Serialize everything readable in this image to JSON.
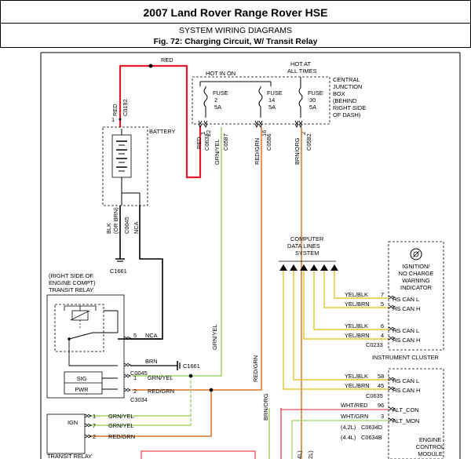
{
  "header": {
    "title": "2007 Land Rover Range Rover HSE",
    "section": "SYSTEM WIRING DIAGRAMS",
    "figure": "Fig. 72: Charging Circuit, W/ Transit Relay"
  },
  "wire_colors": {
    "RED": "#e8192c",
    "BLK": "#000000",
    "GRN/YEL": "#9fd36a",
    "RED/GRN": "#d9752c",
    "BRN/ORG": "#d9752c",
    "YEL/BLK": "#e6c733",
    "YEL/BRN": "#e6c733",
    "BRN": "#000000",
    "WHT": "#e05560"
  },
  "labels": {
    "red_top": "RED",
    "red_left": "RED",
    "red_c0192": "C0192",
    "battery": "BATTERY",
    "pin1": "1",
    "blk_or_brn": "BLK",
    "or_brn": "(OR BRN)",
    "c0045_top": "C0045",
    "nca_v": "NCA",
    "c1661_bottom": "C1661",
    "hot_in_on": "HOT IN ON",
    "hot_at": "HOT AT",
    "all_times": "ALL TIMES",
    "fuse_2": [
      "FUSE",
      "2",
      "5A"
    ],
    "fuse_14": [
      "FUSE",
      "14",
      "5A"
    ],
    "fuse_30": [
      "FUSE",
      "30",
      "5A"
    ],
    "cjb": [
      "CENTRAL",
      "JUNCTION",
      "BOX",
      "(BEHIND",
      "RIGHT SIDE",
      "OF DASH)"
    ],
    "pin_1": "1",
    "pin_22": "22",
    "pin_16": "16",
    "pin_2": "2",
    "v_red": "RED",
    "v_c0632": "C0632",
    "v_grn_yel": "GRN/YEL",
    "v_c0587": "C0587",
    "v_red_grn": "RED/GRN",
    "v_c0586": "C0586",
    "v_brn_org": "BRN/ORG",
    "v_c0582": "C0582",
    "data_lines": [
      "COMPUTER",
      "DATA LINES",
      "SYSTEM"
    ],
    "transit_title": [
      "(RIGHT SIDE OF",
      "ENGINE COMPT)",
      "TRANSIT RELAY"
    ],
    "nca_h": "NCA",
    "brn": "BRN",
    "c1661_right": "C1661",
    "c0045_mid": "C0045",
    "grn_yel_1": "GRN/YEL",
    "red_grn_2": "RED/GRN",
    "sig": "SIG",
    "pwr": "PWR",
    "c3034": "C3034",
    "rp_5": "5",
    "rp_1": "1",
    "rp_2": "2",
    "ign": "IGN",
    "ign_1": "1",
    "ign_7": "7",
    "ign_2": "2",
    "ign_grn_yel_a": "GRN/YEL",
    "ign_grn_yel_b": "GRN/YEL",
    "ign_red_grn": "RED/GRN",
    "transit_relay_bottom": "TRANSIT RELAY",
    "v_grn_yel_mid": "GRN/YEL",
    "v_red_grn_mid": "RED/GRN",
    "v_brn_org_mid": "BRN/ORG",
    "ic_warning": [
      "IGNITION/",
      "NO CHARGE",
      "WARNING",
      "INDICATOR"
    ],
    "ic_rows": [
      {
        "wire": "YEL/BLK",
        "pin": "7",
        "term": "HS CAN L"
      },
      {
        "wire": "YEL/BRN",
        "pin": "5",
        "term": "HS CAN H"
      },
      {
        "wire": "YEL/BLK",
        "pin": "6",
        "term": "HS CAN L"
      },
      {
        "wire": "YEL/BRN",
        "pin": "4",
        "term": "HS CAN H"
      }
    ],
    "c0233": "C0233",
    "instrument_cluster": "INSTRUMENT CLUSTER",
    "ecm_rows": [
      {
        "wire": "YEL/BLK",
        "pin": "58",
        "term": "HS CAN L"
      },
      {
        "wire": "YEL/BRN",
        "pin": "45",
        "term": "HS CAN H"
      }
    ],
    "c0635": "C0635",
    "wht_red": "WHT/RED",
    "pin_96": "96",
    "wht_grn": "WHT/GRN",
    "pin_3": "3",
    "alt_con": "ALT_CON",
    "alt_mon": "ALT_MON",
    "v42": "(4.2L)",
    "c0634d": "C0634D",
    "v44": "(4.4L)",
    "c0634b": "C0634B",
    "ecm": [
      "ENGINE",
      "CONTROL",
      "MODULE"
    ],
    "bottom_4l": "4L)",
    "bottom_2l": "2L)"
  }
}
